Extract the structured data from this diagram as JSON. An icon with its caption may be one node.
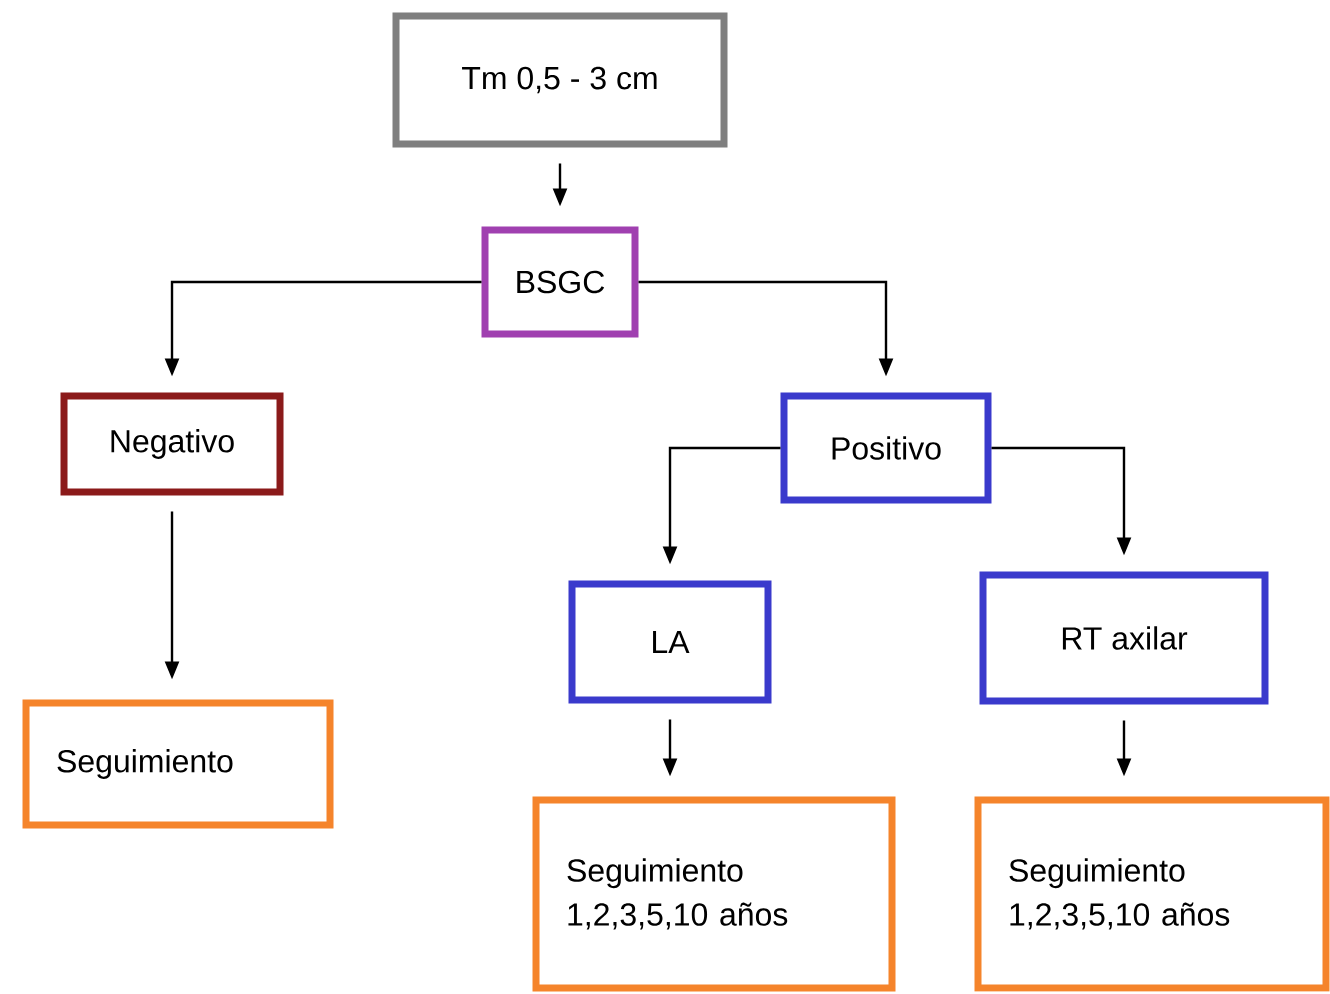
{
  "diagram": {
    "nodes": [
      {
        "text": [
          "Tm 0,5 - 3 cm"
        ]
      },
      {
        "text": [
          "BSGC"
        ]
      },
      {
        "text": [
          "Negativo"
        ]
      },
      {
        "text": [
          "Positivo"
        ]
      },
      {
        "text": [
          "Seguimiento"
        ]
      },
      {
        "text": [
          "LA"
        ]
      },
      {
        "text": [
          "RT axilar"
        ]
      },
      {
        "text": [
          "Seguimiento 1,2,3,5,10 años"
        ]
      },
      {
        "text": [
          "Seguimiento 1,2,3,5,10 años"
        ]
      }
    ],
    "edges": [
      {
        "from": 0,
        "to": 1,
        "arrow": "to"
      },
      {
        "from": 1,
        "to": 2,
        "arrow": "to"
      },
      {
        "from": 1,
        "to": 3,
        "arrow": "to"
      },
      {
        "from": 2,
        "to": 4,
        "arrow": "to"
      },
      {
        "from": 3,
        "to": 5,
        "arrow": "to"
      },
      {
        "from": 3,
        "to": 6,
        "arrow": "to"
      },
      {
        "from": 5,
        "to": 7,
        "arrow": "to"
      },
      {
        "from": 6,
        "to": 8,
        "arrow": "to"
      }
    ]
  }
}
